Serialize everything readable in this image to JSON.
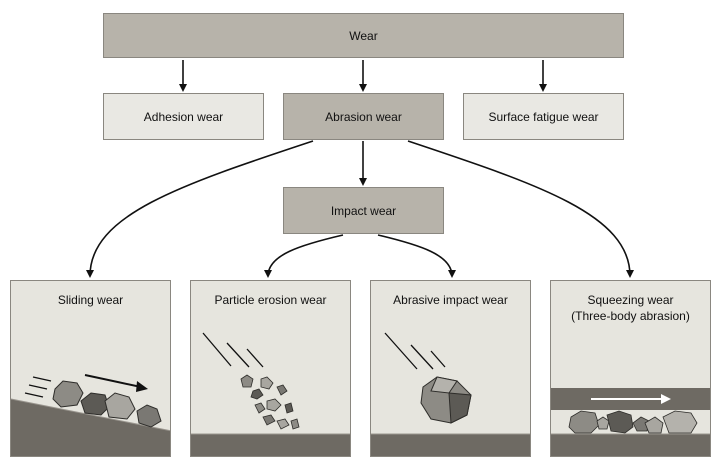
{
  "nodes": {
    "wear": "Wear",
    "adhesion": "Adhesion wear",
    "abrasion": "Abrasion wear",
    "fatigue": "Surface fatigue wear",
    "impact": "Impact wear"
  },
  "panels": {
    "sliding": {
      "title": "Sliding wear"
    },
    "particle": {
      "title": "Particle erosion wear"
    },
    "abrasive_impact": {
      "title": "Abrasive impact wear"
    },
    "squeezing": {
      "title_line1": "Squeezing wear",
      "title_line2": "(Three-body abrasion)"
    }
  },
  "colors": {
    "box_dark": "#b7b3aa",
    "box_light": "#e9e8e3",
    "panel_bg": "#e6e5de",
    "surface": "#6e6a63",
    "arrow": "#111111"
  }
}
